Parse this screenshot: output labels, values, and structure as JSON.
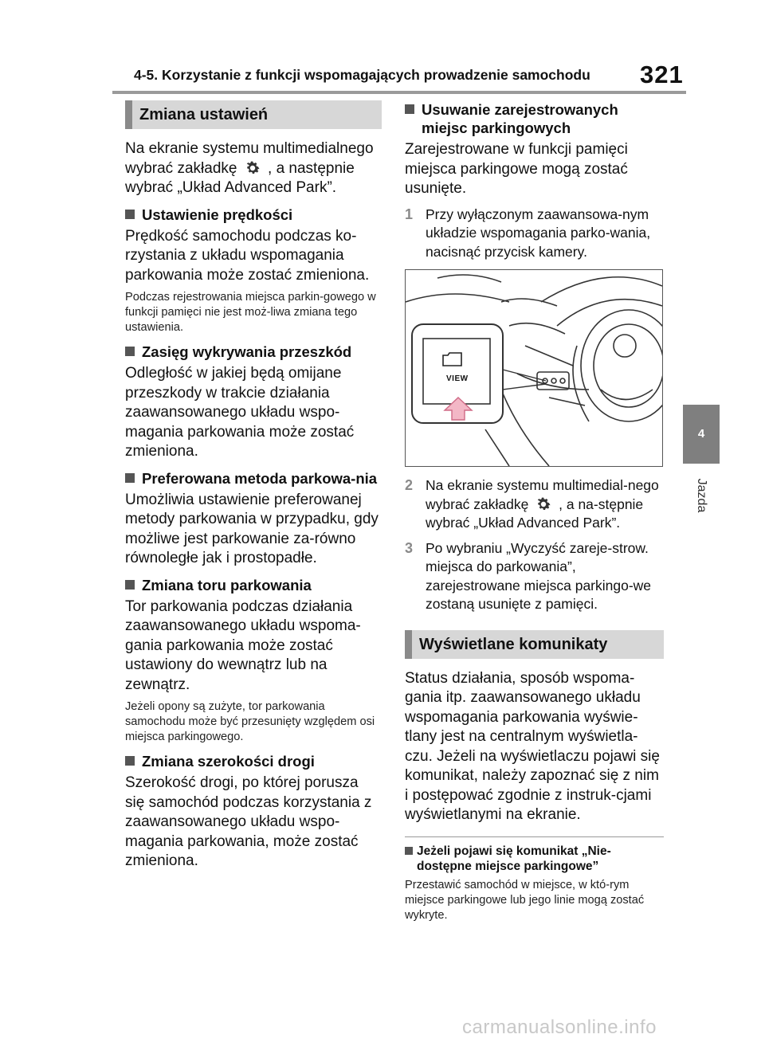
{
  "header": {
    "title": "4-5. Korzystanie z funkcji wspomagających prowadzenie samochodu",
    "page_number": "321"
  },
  "side_tab": {
    "chapter": "4",
    "label": "Jazda"
  },
  "left": {
    "section_title": "Zmiana ustawień",
    "intro_part1": "Na ekranie systemu multimedialnego wybrać zakładkę",
    "intro_part2": ", a następnie wybrać „Układ Advanced Park”.",
    "items": [
      {
        "title": "Ustawienie prędkości",
        "body": "Prędkość samochodu podczas ko-rzystania z układu wspomagania parkowania może zostać zmieniona.",
        "note": "Podczas rejestrowania miejsca parkin-gowego w funkcji pamięci nie jest moż-liwa zmiana tego ustawienia."
      },
      {
        "title": "Zasięg wykrywania przeszkód",
        "body": "Odległość w jakiej będą omijane przeszkody w trakcie działania zaawansowanego układu wspo-magania parkowania może zostać zmieniona.",
        "note": ""
      },
      {
        "title": "Preferowana metoda parkowa-nia",
        "body": "Umożliwia ustawienie preferowanej metody parkowania w przypadku, gdy możliwe jest parkowanie za-równo równoległe jak i prostopadłe.",
        "note": ""
      },
      {
        "title": "Zmiana toru parkowania",
        "body": "Tor parkowania podczas działania zaawansowanego układu wspoma-gania parkowania może zostać ustawiony do wewnątrz lub na zewnątrz.",
        "note": "Jeżeli opony są zużyte, tor parkowania samochodu może być przesunięty względem osi miejsca parkingowego."
      },
      {
        "title": "Zmiana szerokości drogi",
        "body": "Szerokość drogi, po której porusza się samochód podczas korzystania z zaawansowanego układu wspo-magania parkowania, może zostać zmieniona.",
        "note": ""
      }
    ]
  },
  "right": {
    "sub_title": "Usuwanie zarejestrowanych miejsc parkingowych",
    "sub_body": "Zarejestrowane w funkcji pamięci miejsca parkingowe mogą zostać usunięte.",
    "steps": [
      {
        "num": "1",
        "text": "Przy wyłączonym zaawansowa-nym układzie wspomagania parko-wania, nacisnąć przycisk kamery."
      },
      {
        "num": "2",
        "text_part1": "Na ekranie systemu multimedial-nego wybrać zakładkę",
        "text_part2": ", a na-stępnie wybrać „Układ Advanced Park”."
      },
      {
        "num": "3",
        "text": "Po wybraniu „Wyczyść zareje-strow. miejsca do parkowania”, zarejestrowane miejsca parkingo-we zostaną usunięte z pamięci."
      }
    ],
    "figure": {
      "button_label": "VIEW"
    },
    "section_title": "Wyświetlane komunikaty",
    "section_body": "Status działania, sposób wspoma-gania itp. zaawansowanego układu wspomagania parkowania wyświe-tlany jest na centralnym wyświetla-czu. Jeżeli na wyświetlaczu pojawi się komunikat, należy zapoznać się z nim i postępować zgodnie z instruk-cjami wyświetlanymi na ekranie.",
    "note_title": "Jeżeli pojawi się komunikat „Nie-dostępne miejsce parkingowe”",
    "note_body": "Przestawić samochód w miejsce, w któ-rym miejsce parkingowe lub jego linie mogą zostać wykryte."
  },
  "watermark": "carmanualsonline.info"
}
